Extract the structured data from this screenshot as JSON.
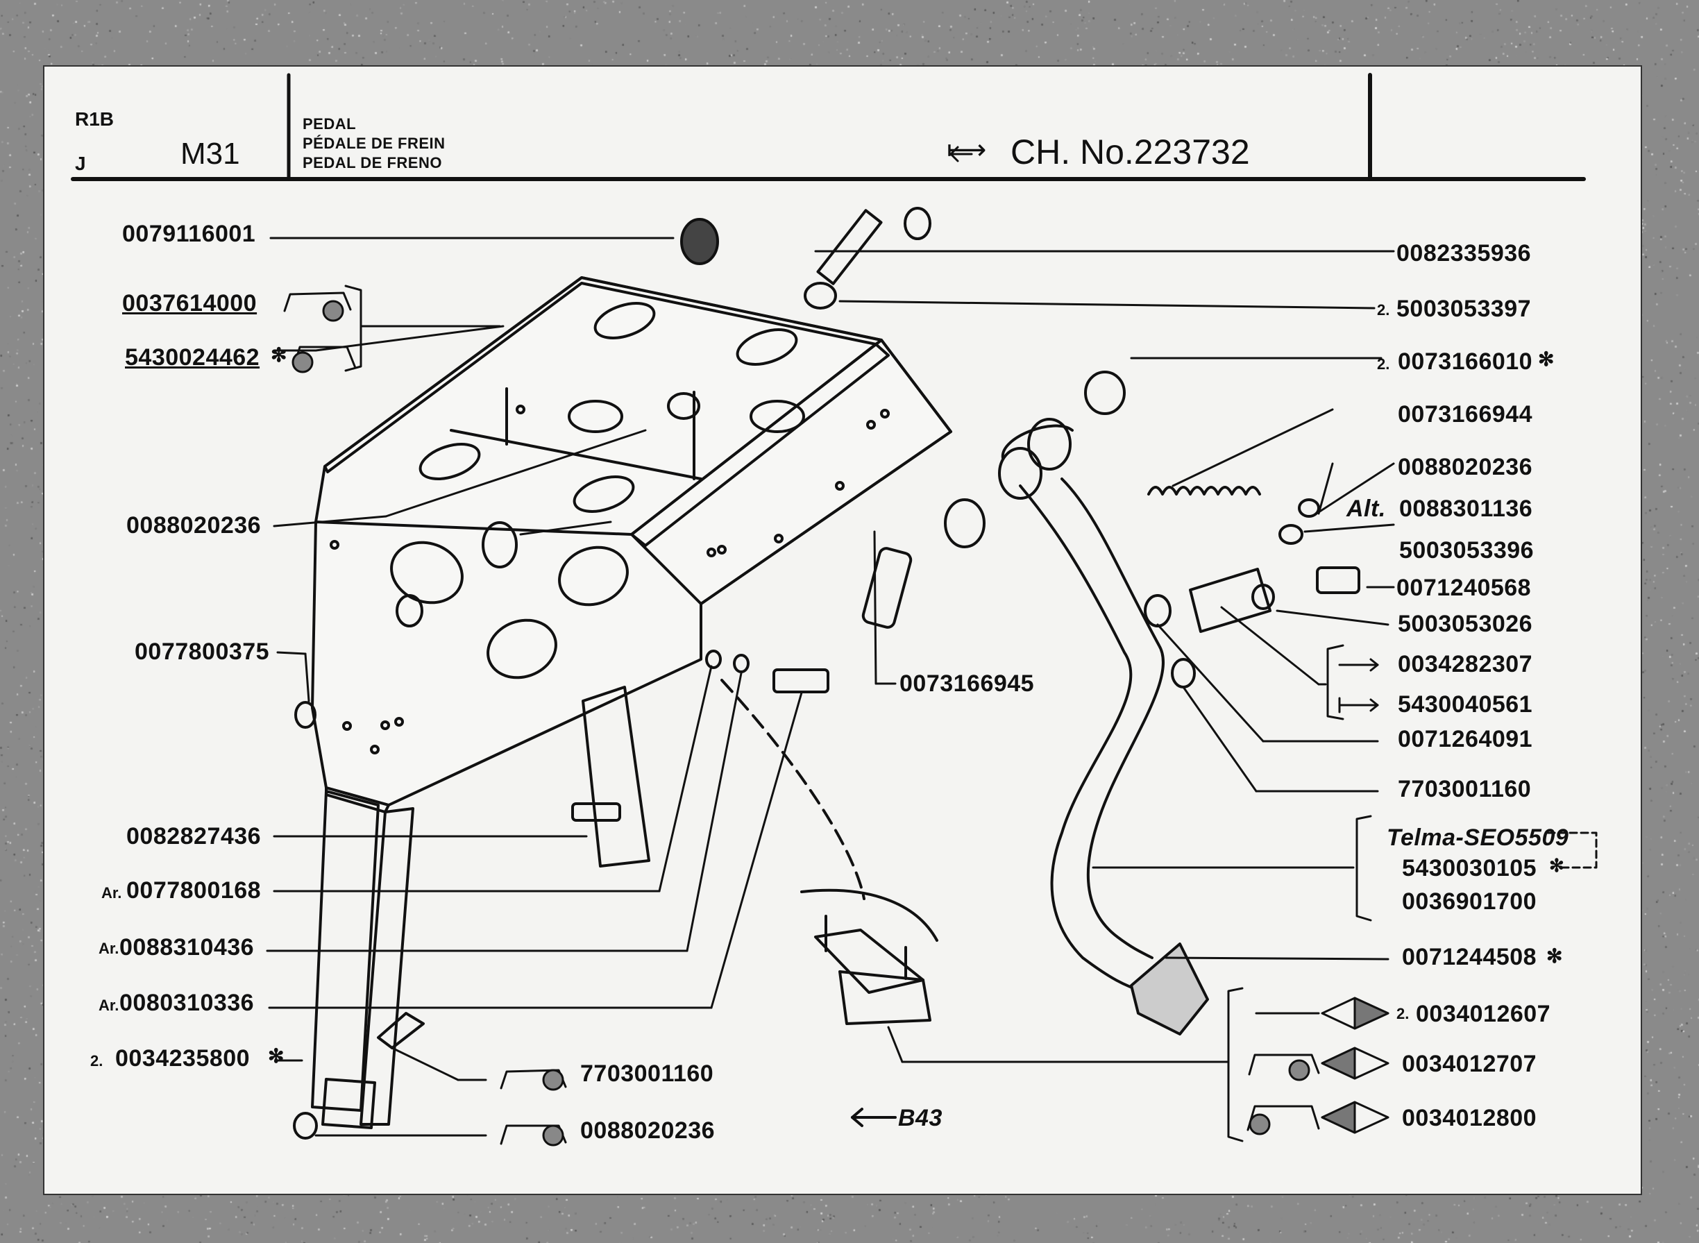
{
  "header": {
    "code_top": "R1B",
    "code_bottom": "J",
    "group": "M31",
    "title_en": "PEDAL",
    "title_fr": "PÉDALE DE FREIN",
    "title_es": "PEDAL DE FRENO",
    "chassis_arrow": "⟼",
    "chassis": "CH. No.223732"
  },
  "left_parts": [
    {
      "pn": "0079116001"
    },
    {
      "pn": "0037614000"
    },
    {
      "pn": "5430024462",
      "mark": "✻"
    },
    {
      "pn": "0088020236"
    },
    {
      "pn": "0077800375"
    },
    {
      "pn": "0082827436"
    },
    {
      "pre": "Ar.",
      "pn": "0077800168"
    },
    {
      "pre": "Ar.",
      "pn": "0088310436"
    },
    {
      "pre": "Ar.",
      "pn": "0080310336"
    },
    {
      "pre": "2.",
      "pn": "0034235800",
      "mark": "✻"
    }
  ],
  "bottom_parts": [
    {
      "pn": "7703001160"
    },
    {
      "pn": "0088020236"
    },
    {
      "ref": "B43"
    }
  ],
  "center_parts": [
    {
      "pn": "0073166945"
    }
  ],
  "right_parts": [
    {
      "pn": "0082335936"
    },
    {
      "pre": "2.",
      "pn": "5003053397"
    },
    {
      "pre": "2.",
      "pn": "0073166010",
      "mark": "✻"
    },
    {
      "pn": "0073166944"
    },
    {
      "pn": "0088020236"
    },
    {
      "alt": "Alt.",
      "pn": "0088301136"
    },
    {
      "pn": "5003053396"
    },
    {
      "pn": "0071240568"
    },
    {
      "pn": "5003053026"
    },
    {
      "pn": "0034282307"
    },
    {
      "pn": "5430040561"
    },
    {
      "pn": "0071264091"
    },
    {
      "pn": "7703001160"
    },
    {
      "pn": "Telma-SEO5509"
    },
    {
      "pn": "5430030105",
      "mark": "✻"
    },
    {
      "pn": "0036901700"
    },
    {
      "pn": "0071244508",
      "mark": "✻"
    },
    {
      "pre": "2.",
      "pn": "0034012607"
    },
    {
      "pn": "0034012707"
    },
    {
      "pn": "0034012800"
    }
  ]
}
